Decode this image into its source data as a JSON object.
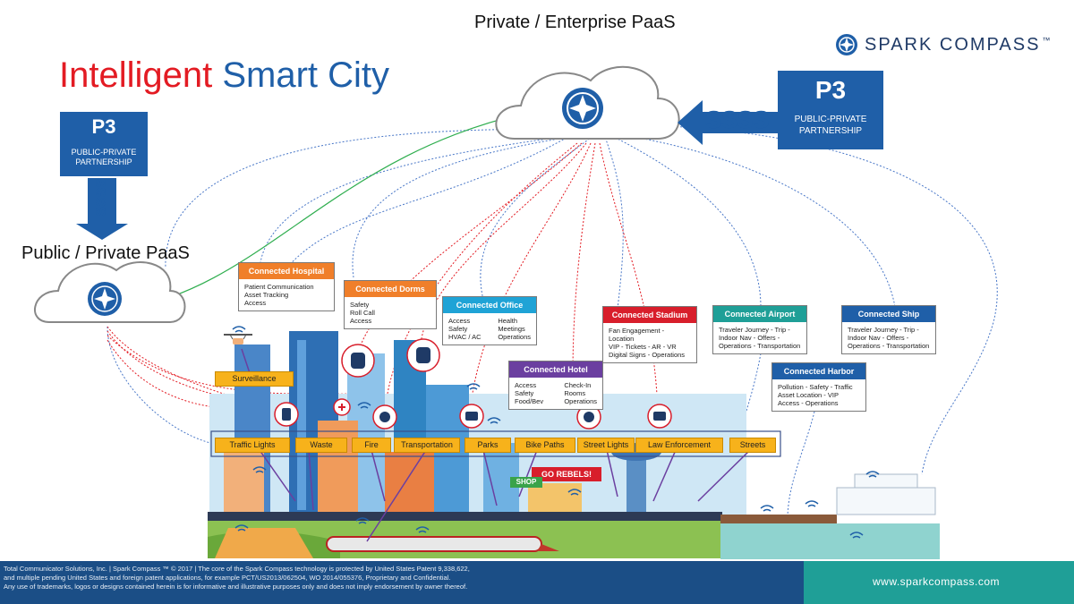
{
  "title": {
    "part1": "Intelligent",
    "part2": "Smart City"
  },
  "private_paas_label": "Private / Enterprise PaaS",
  "public_paas_label": "Public / Private PaaS",
  "brand": {
    "name": "SPARK COMPASS",
    "tm": "™"
  },
  "p3_left": {
    "heading": "P3",
    "line1": "PUBLIC-PRIVATE",
    "line2": "PARTNERSHIP"
  },
  "p3_right": {
    "heading": "P3",
    "line1": "PUBLIC-PRIVATE",
    "line2": "PARTNERSHIP"
  },
  "ssss": "SSSS",
  "connected": {
    "hospital": {
      "title": "Connected Hospital",
      "color": "#f07f2a",
      "lines": [
        "Patient Communication",
        "Asset Tracking",
        "Access"
      ]
    },
    "dorms": {
      "title": "Connected Dorms",
      "color": "#f07f2a",
      "lines": [
        "Safety",
        "Roll Call",
        "Access"
      ]
    },
    "office": {
      "title": "Connected Office",
      "color": "#1fa3d6",
      "col1": [
        "Access",
        "Safety",
        "HVAC / AC"
      ],
      "col2": [
        "Health",
        "Meetings",
        "Operations"
      ]
    },
    "hotel": {
      "title": "Connected Hotel",
      "color": "#6b3fa0",
      "col1": [
        "Access",
        "Safety",
        "Food/Bev"
      ],
      "col2": [
        "Check-In",
        "Rooms",
        "Operations"
      ]
    },
    "stadium": {
      "title": "Connected Stadium",
      "color": "#d81e2b",
      "lines": [
        "Fan Engagement - Location",
        "VIP - Tickets - AR - VR",
        "Digital Signs - Operations"
      ]
    },
    "airport": {
      "title": "Connected Airport",
      "color": "#1f9f97",
      "lines": [
        "Traveler Journey - Trip -",
        "Indoor Nav - Offers -",
        "Operations - Transportation"
      ]
    },
    "ship": {
      "title": "Connected Ship",
      "color": "#1f5fa8",
      "lines": [
        "Traveler Journey - Trip -",
        "Indoor Nav - Offers -",
        "Operations - Transportation"
      ]
    },
    "harbor": {
      "title": "Connected Harbor",
      "color": "#1f5fa8",
      "lines": [
        "Pollution - Safety - Traffic",
        "Asset Location - VIP",
        "Access - Operations"
      ]
    }
  },
  "services": [
    "Traffic Lights",
    "Waste",
    "Fire",
    "Transportation",
    "Parks",
    "Bike Paths",
    "Street Lights",
    "Law Enforcement",
    "Streets"
  ],
  "surveillance": "Surveillance",
  "signs": {
    "go_rebels": "GO REBELS!",
    "shop": "SHOP"
  },
  "footer": {
    "line1": "Total Communicator Solutions, Inc. | Spark Compass ™ © 2017 | The core of the Spark Compass technology is protected by United States Patent 9,338,622,",
    "line2": "and multiple pending United States and foreign patent applications, for example PCT/US2013/062504, WO 2014/055376, Proprietary and Confidential.",
    "line3": "Any use of trademarks, logos or designs contained herein is for informative and illustrative purposes only and does not imply endorsement by owner thereof.",
    "url": "www.sparkcompass.com"
  },
  "colors": {
    "brand_blue": "#1f5fa8",
    "title_red": "#e31b23",
    "service_yellow": "#f7b21b",
    "footer_blue": "#1b4e86",
    "footer_teal": "#1f9f97"
  }
}
